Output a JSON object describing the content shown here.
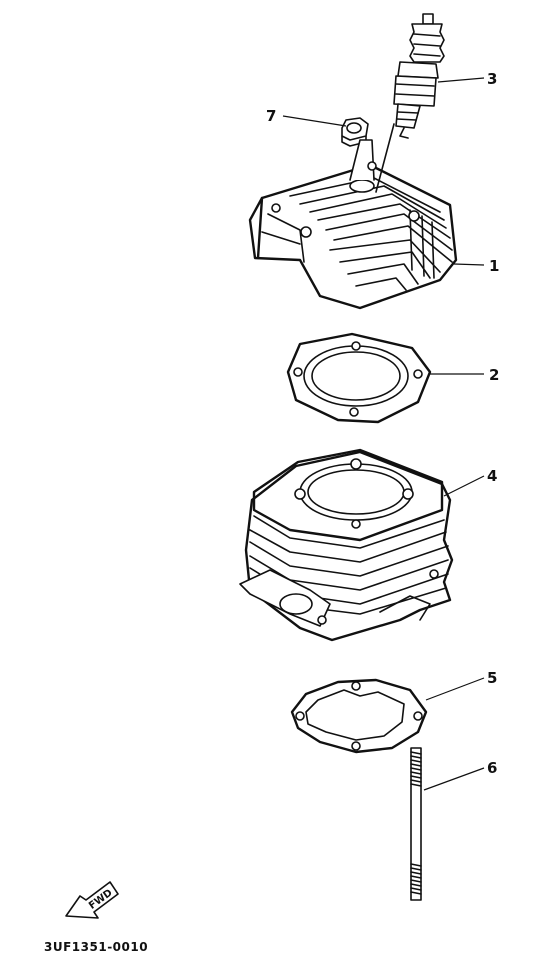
{
  "diagram": {
    "part_code": "3UF1351-0010",
    "fwd_label": "FWD",
    "callouts": [
      {
        "id": "1",
        "part": "cylinder-head"
      },
      {
        "id": "2",
        "part": "head-gasket"
      },
      {
        "id": "3",
        "part": "spark-plug"
      },
      {
        "id": "4",
        "part": "cylinder"
      },
      {
        "id": "5",
        "part": "base-gasket"
      },
      {
        "id": "6",
        "part": "stud-bolt"
      },
      {
        "id": "7",
        "part": "nut"
      }
    ]
  }
}
